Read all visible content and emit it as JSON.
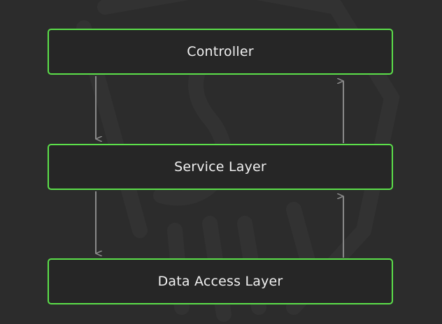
{
  "diagram": {
    "layers": [
      {
        "id": "controller",
        "label": "Controller"
      },
      {
        "id": "service",
        "label": "Service Layer"
      },
      {
        "id": "data-access",
        "label": "Data Access Layer"
      }
    ],
    "connections": [
      {
        "from": "controller",
        "to": "service",
        "direction": "down"
      },
      {
        "from": "service",
        "to": "data-access",
        "direction": "down"
      },
      {
        "from": "data-access",
        "to": "service",
        "direction": "up"
      },
      {
        "from": "service",
        "to": "controller",
        "direction": "up"
      }
    ]
  },
  "colors": {
    "background": "#2c2c2c",
    "box_border": "#5ce04a",
    "box_fill": "#262626",
    "text": "#f0f0f0",
    "arrow": "#8a8a8a",
    "watermark": "#333333"
  }
}
